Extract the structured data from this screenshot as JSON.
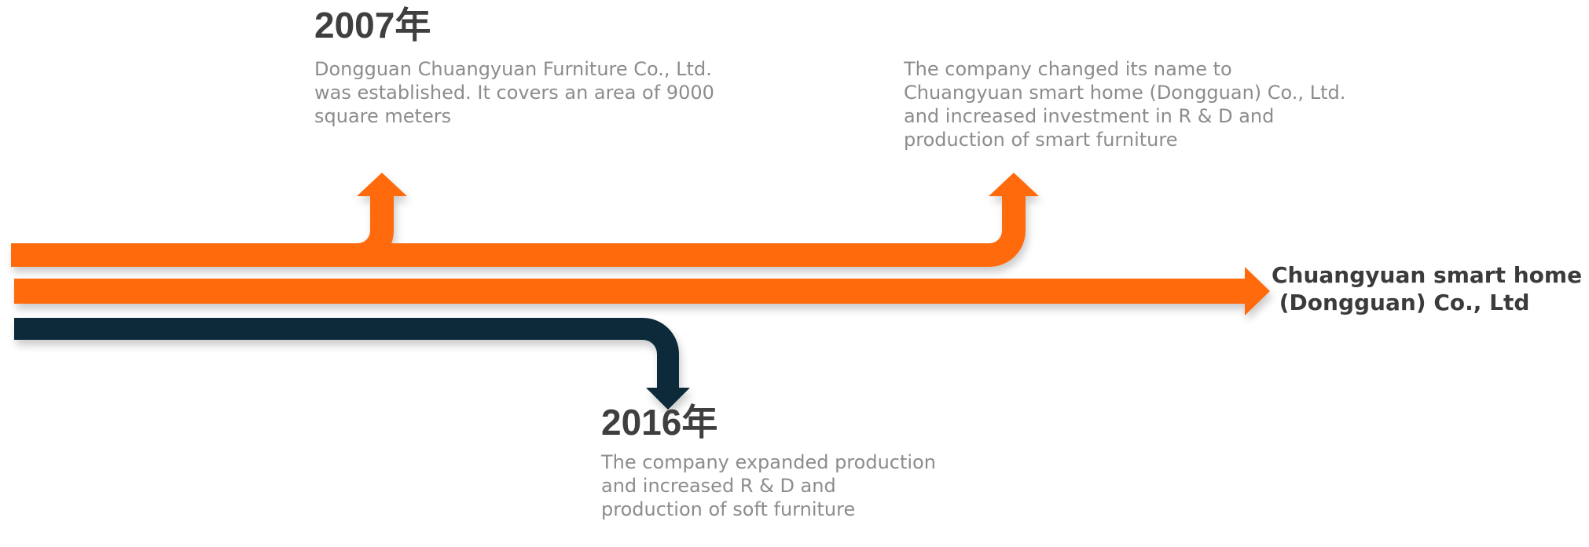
{
  "colors": {
    "accent": "#ff6a0e",
    "dark": "#0f2a3a",
    "year_text": "#3f3f3f",
    "desc_text": "#8c8c8c",
    "final_text": "#3b3b3b"
  },
  "milestones": {
    "m2007": {
      "year": "2007年",
      "lines": [
        "Dongguan Chuangyuan Furniture Co., Ltd.",
        "was established. It covers an area of 9000",
        "square meters"
      ]
    },
    "rename": {
      "lines": [
        "The company changed its name to",
        "Chuangyuan smart home (Dongguan) Co., Ltd.",
        "and increased investment in R & D and",
        "production of smart furniture"
      ]
    },
    "m2016": {
      "year": "2016年",
      "lines": [
        "The company expanded production",
        "and increased R & D and",
        "production of soft furniture"
      ]
    }
  },
  "final": {
    "lines": [
      "Chuangyuan smart home",
      " (Dongguan) Co., Ltd"
    ]
  }
}
